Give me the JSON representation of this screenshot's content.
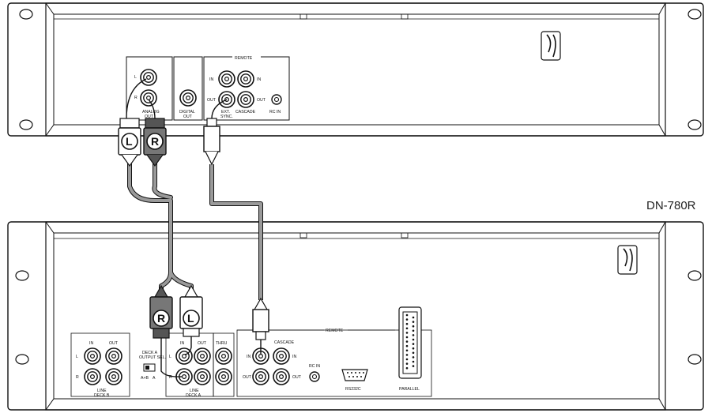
{
  "top_unit": {
    "analog": {
      "l": "L",
      "r": "R",
      "label_line1": "ANALOG",
      "label_line2": "OUT"
    },
    "digital": {
      "label_line1": "DIGITAL",
      "label_line2": "OUT"
    },
    "remote": {
      "title": "REMOTE",
      "in_left": "IN",
      "in_right": "IN",
      "out_left": "OUT",
      "out_right": "OUT",
      "ext_sync_line1": "EXT.",
      "ext_sync_line2": "SYNC.",
      "cascade": "CASCADE",
      "rc_in": "RC IN"
    }
  },
  "model_label": "DN-780R",
  "bottom_unit": {
    "deck_b": {
      "in": "IN",
      "out": "OUT",
      "l": "L",
      "r": "R",
      "line1": "LINE",
      "line2": "DECK B"
    },
    "output_sel": {
      "line1": "DECK A",
      "line2": "OUTPUT SEL.",
      "ab": "A+B",
      "a": "A"
    },
    "deck_a": {
      "in": "IN",
      "out": "OUT",
      "l": "L",
      "r": "R",
      "line1": "LINE",
      "line2": "DECK A"
    },
    "thru": "THRU",
    "remote": {
      "title": "REMOTE",
      "in_left": "IN",
      "in_right": "IN",
      "out_left": "OUT",
      "out_right": "OUT",
      "cascade": "CASCADE",
      "rc_in": "RC IN",
      "rs232c": "RS232C",
      "parallel": "PARALLEL"
    }
  },
  "plugs": {
    "left": "L",
    "right": "R"
  }
}
